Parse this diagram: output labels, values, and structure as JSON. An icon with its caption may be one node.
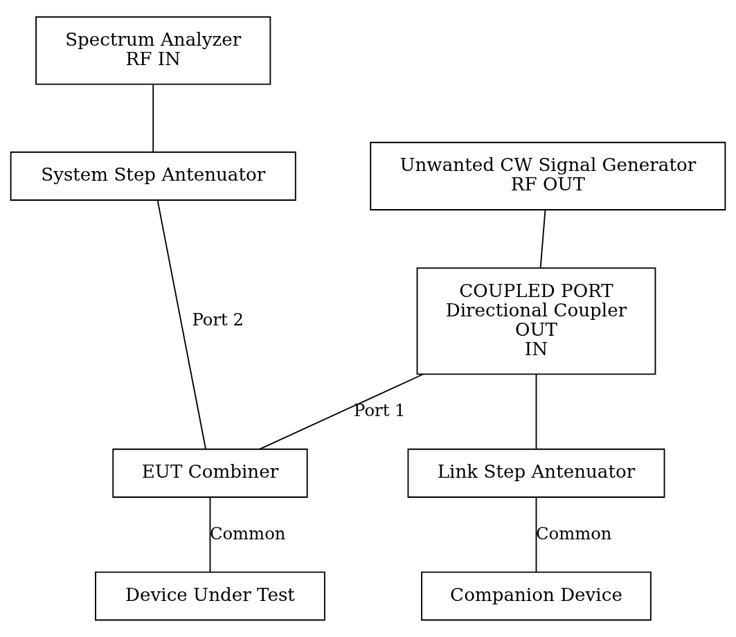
{
  "diagram": {
    "nodes": [
      {
        "text": [
          "Spectrum Analyzer",
          "RF IN"
        ]
      },
      {
        "text": [
          "Unwanted CW Signal Generator",
          "RF OUT"
        ]
      },
      {
        "text": [
          "System Step Antenuator"
        ]
      },
      {
        "text": [
          "COUPLED PORT",
          "Directional Coupler",
          "OUT",
          "IN"
        ]
      },
      {
        "text": [
          "Link Step Antenuator"
        ]
      },
      {
        "text": [
          "EUT Combiner"
        ]
      },
      {
        "text": [
          "Companion Device"
        ]
      },
      {
        "text": [
          "Device Under Test"
        ]
      }
    ],
    "edges": [
      {
        "from": 0,
        "to": 2,
        "arrow": "none"
      },
      {
        "from": 1,
        "to": 3,
        "arrow": "none"
      },
      {
        "from": 2,
        "to": 5,
        "arrow": "none",
        "label": "Port 2"
      },
      {
        "from": 3,
        "to": 4,
        "arrow": "none"
      },
      {
        "from": 3,
        "to": 5,
        "arrow": "none",
        "label": "Port 1"
      },
      {
        "from": 4,
        "to": 6,
        "arrow": "none",
        "label": "Common"
      },
      {
        "from": 5,
        "to": 7,
        "arrow": "none",
        "label": "Common"
      }
    ]
  }
}
